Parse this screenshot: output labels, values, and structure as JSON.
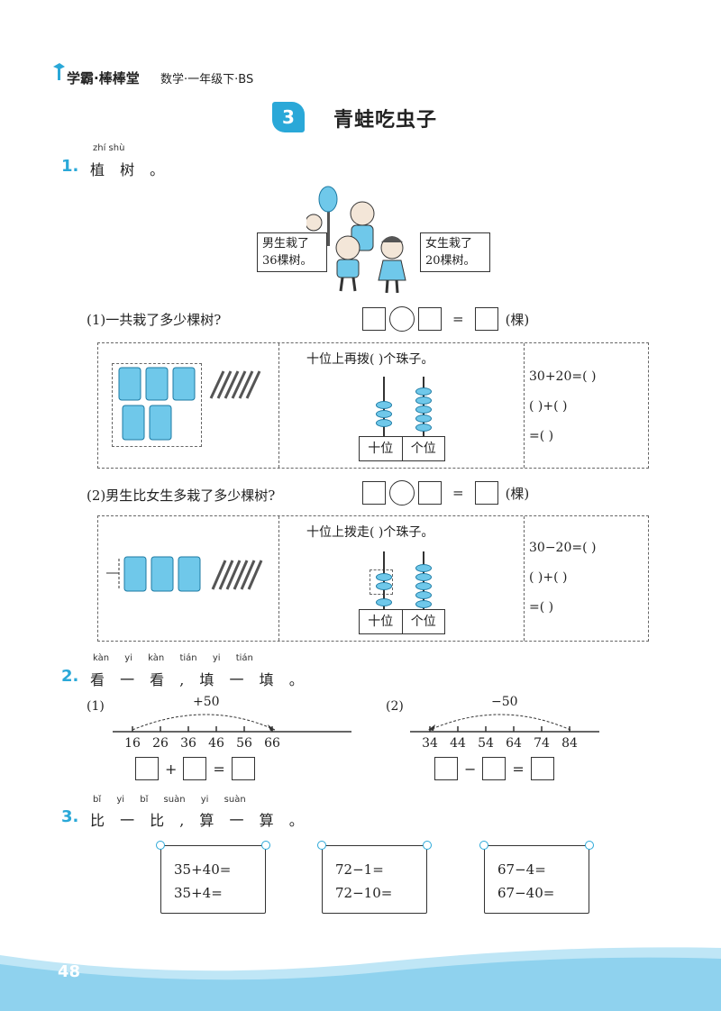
{
  "header": {
    "brand": "学霸·棒棒堂",
    "subtitle": "数学·一年级下·BS"
  },
  "lesson": {
    "number": "3",
    "title": "青蛙吃虫子"
  },
  "q1": {
    "number": "1.",
    "pinyin": "zhí shù",
    "text": "植 树 。",
    "bubble_boys": [
      "男生栽了",
      "36棵树。"
    ],
    "bubble_girls": [
      "女生栽了",
      "20棵树。"
    ],
    "part1": {
      "question": "(1)一共栽了多少棵树?",
      "unit": "(棵)",
      "equals": "=",
      "abacus_prompt": "十位上再拨(        )个珠子。",
      "place_tens": "十位",
      "place_ones": "个位",
      "calc": [
        "30+20=(        )",
        "(        )+(        )",
        "=(        )"
      ]
    },
    "part2": {
      "question": "(2)男生比女生多栽了多少棵树?",
      "unit": "(棵)",
      "equals": "=",
      "abacus_prompt": "十位上拨走(        )个珠子。",
      "place_tens": "十位",
      "place_ones": "个位",
      "calc": [
        "30−20=(        )",
        "(        )+(        )",
        "=(        )"
      ]
    }
  },
  "q2": {
    "number": "2.",
    "pinyin": [
      "kàn",
      "yi",
      "kàn",
      "tián",
      "yi",
      "tián"
    ],
    "text": "看 一 看 , 填 一 填 。",
    "a": {
      "label": "(1)",
      "arc_label": "+50",
      "numbers": [
        "16",
        "26",
        "36",
        "46",
        "56",
        "66"
      ],
      "op": "+",
      "equals": "="
    },
    "b": {
      "label": "(2)",
      "arc_label": "−50",
      "numbers": [
        "34",
        "44",
        "54",
        "64",
        "74",
        "84"
      ],
      "op": "−",
      "equals": "="
    }
  },
  "q3": {
    "number": "3.",
    "pinyin": [
      "bǐ",
      "yi",
      "bǐ",
      "suàn",
      "yi",
      "suàn"
    ],
    "text": "比 一 比 , 算 一 算 。",
    "scrolls": [
      [
        "35+40=",
        "35+4="
      ],
      [
        "72−1=",
        "72−10="
      ],
      [
        "67−4=",
        "67−40="
      ]
    ]
  },
  "footer": {
    "page": "48"
  },
  "colors": {
    "accent": "#2aa8d8",
    "bead": "#6fc8ea"
  }
}
